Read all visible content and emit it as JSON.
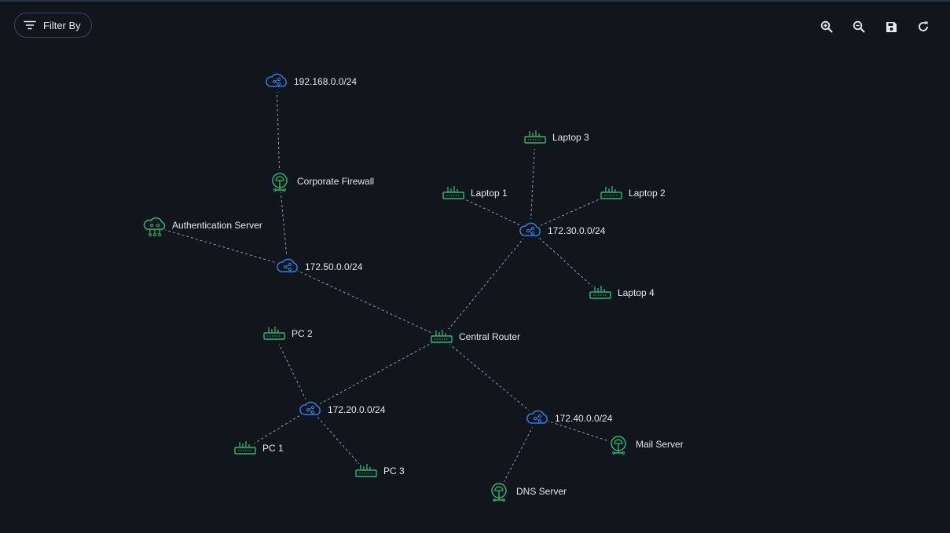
{
  "toolbar": {
    "filter_label": "Filter By",
    "buttons": [
      {
        "name": "zoom-in-button",
        "icon": "zoom-in-icon"
      },
      {
        "name": "zoom-out-button",
        "icon": "zoom-out-icon"
      },
      {
        "name": "save-button",
        "icon": "save-icon"
      },
      {
        "name": "refresh-button",
        "icon": "refresh-icon"
      }
    ]
  },
  "colors": {
    "background": "#11161d",
    "network": "#2f7de1",
    "device": "#2bb673",
    "edge": "#8f99a6",
    "text": "#e4e7ec"
  },
  "diagram": {
    "nodes": [
      {
        "id": "net192",
        "label": "192.168.0.0/24",
        "type": "cloud"
      },
      {
        "id": "fw",
        "label": "Corporate Firewall",
        "type": "server"
      },
      {
        "id": "auth",
        "label": "Authentication Server",
        "type": "cluster"
      },
      {
        "id": "net50",
        "label": "172.50.0.0/24",
        "type": "cloud"
      },
      {
        "id": "lap3",
        "label": "Laptop 3",
        "type": "device"
      },
      {
        "id": "lap1",
        "label": "Laptop 1",
        "type": "device"
      },
      {
        "id": "lap2",
        "label": "Laptop 2",
        "type": "device"
      },
      {
        "id": "net30",
        "label": "172.30.0.0/24",
        "type": "cloud"
      },
      {
        "id": "lap4",
        "label": "Laptop 4",
        "type": "device"
      },
      {
        "id": "router",
        "label": "Central Router",
        "type": "device"
      },
      {
        "id": "pc2",
        "label": "PC 2",
        "type": "device"
      },
      {
        "id": "net20",
        "label": "172.20.0.0/24",
        "type": "cloud"
      },
      {
        "id": "pc1",
        "label": "PC 1",
        "type": "device"
      },
      {
        "id": "pc3",
        "label": "PC 3",
        "type": "device"
      },
      {
        "id": "net40",
        "label": "172.40.0.0/24",
        "type": "cloud"
      },
      {
        "id": "mail",
        "label": "Mail Server",
        "type": "server"
      },
      {
        "id": "dns",
        "label": "DNS Server",
        "type": "server"
      }
    ],
    "edges": [
      [
        "net192",
        "fw"
      ],
      [
        "fw",
        "net50"
      ],
      [
        "auth",
        "net50"
      ],
      [
        "net50",
        "router"
      ],
      [
        "lap3",
        "net30"
      ],
      [
        "lap1",
        "net30"
      ],
      [
        "lap2",
        "net30"
      ],
      [
        "lap4",
        "net30"
      ],
      [
        "net30",
        "router"
      ],
      [
        "router",
        "net20"
      ],
      [
        "router",
        "net40"
      ],
      [
        "pc2",
        "net20"
      ],
      [
        "pc1",
        "net20"
      ],
      [
        "pc3",
        "net20"
      ],
      [
        "net40",
        "mail"
      ],
      [
        "net40",
        "dns"
      ]
    ]
  }
}
